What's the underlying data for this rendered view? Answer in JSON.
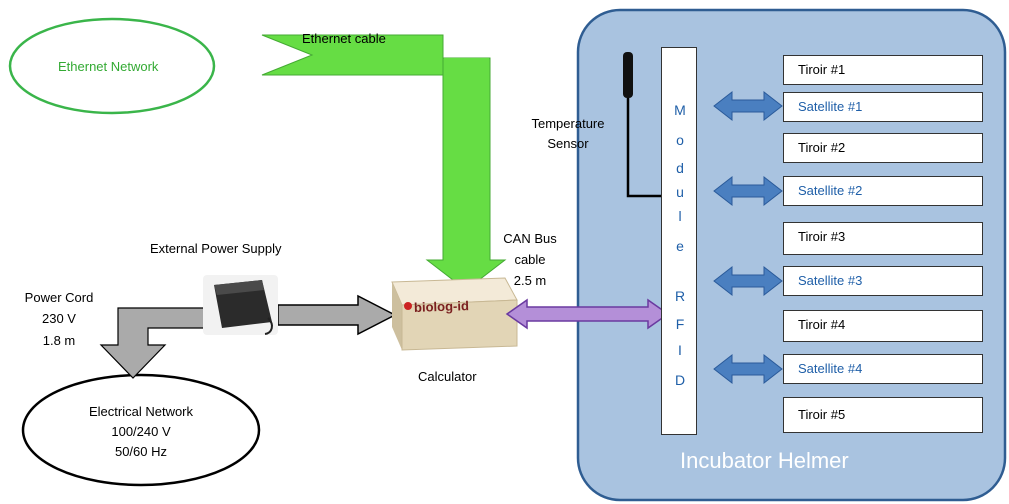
{
  "ethernet_network": "Ethernet Network",
  "ethernet_cable": "Ethernet cable",
  "external_power_supply": "External Power Supply",
  "power_cord": [
    "Power Cord",
    "230 V",
    "1.8 m"
  ],
  "electrical_network": [
    "Electrical Network",
    "100/240 V",
    "50/60 Hz"
  ],
  "calculator": {
    "logo": "biolog-id",
    "label": "Calculator"
  },
  "can_bus": [
    "CAN Bus",
    "cable",
    "2.5 m"
  ],
  "temperature_sensor": [
    "Temperature",
    "Sensor"
  ],
  "module_letters": [
    "M",
    "o",
    "d",
    "u",
    "l",
    "e",
    "",
    "R",
    "F",
    "I",
    "D"
  ],
  "drawers": [
    "Tiroir #1",
    "Satellite #1",
    "Tiroir #2",
    "Satellite #2",
    "Tiroir #3",
    "Satellite #3",
    "Tiroir #4",
    "Satellite #4",
    "Tiroir #5"
  ],
  "incubator_label": "Incubator Helmer",
  "colors": {
    "incubator_fill": "#a9c3e0",
    "incubator_border": "#2f5d92",
    "green_arrow": "#66dd44",
    "green_text": "#33aa33",
    "blue_arrow": "#4a7fc0",
    "purple_arrow": "#b48fd8",
    "grey_arrow": "#aaaaaa"
  }
}
